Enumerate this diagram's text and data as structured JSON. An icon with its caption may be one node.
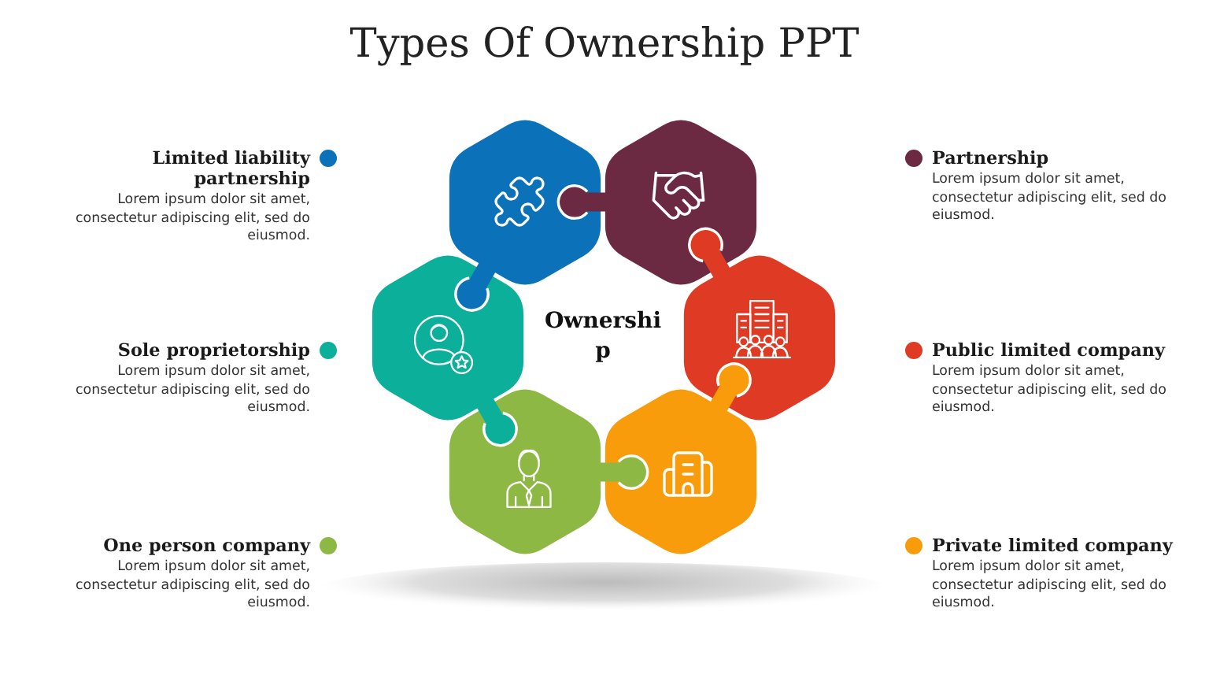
{
  "diagram": {
    "title": "Types Of Ownership PPT",
    "nodes": [
      {
        "text": [],
        "shape": "hexagon",
        "beside": [
          "Limited liability partnership",
          "Lorem ipsum dolor sit amet, consectetur adipiscing elit, sed do eiusmod."
        ]
      },
      {
        "text": [],
        "shape": "hexagon",
        "beside": [
          "Partnership",
          "Lorem ipsum dolor sit amet, consectetur adipiscing elit, sed do eiusmod."
        ]
      },
      {
        "text": [],
        "shape": "hexagon",
        "beside": [
          "Sole proprietorship",
          "Lorem ipsum dolor sit amet, consectetur adipiscing elit, sed do eiusmod."
        ]
      },
      {
        "text": [],
        "shape": "hexagon",
        "beside": [
          "Public limited company",
          "Lorem ipsum dolor sit amet, consectetur adipiscing elit, sed do eiusmod."
        ]
      },
      {
        "text": [],
        "shape": "hexagon",
        "beside": [
          "One person company",
          "Lorem ipsum dolor sit amet, consectetur adipiscing elit, sed do eiusmod."
        ]
      },
      {
        "text": [],
        "shape": "hexagon",
        "beside": [
          "Private limited company",
          "Lorem ipsum dolor sit amet, consectetur adipiscing elit, sed do eiusmod."
        ]
      }
    ],
    "labels": [
      "Ownershi p"
    ]
  }
}
